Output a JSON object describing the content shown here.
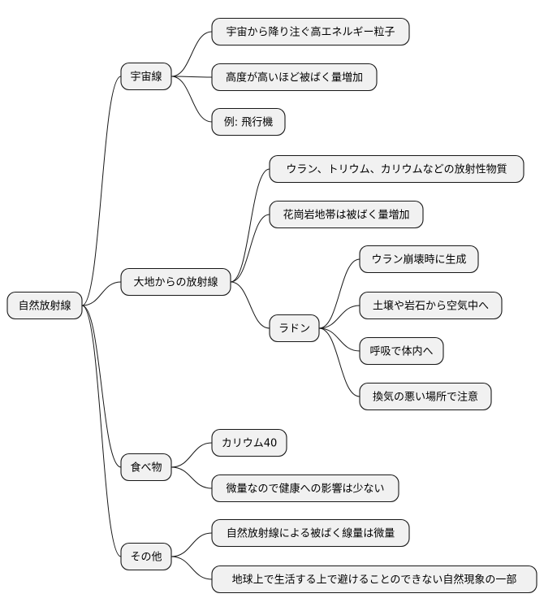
{
  "diagram": {
    "type": "mindmap",
    "root": {
      "id": "root",
      "label": "自然放射線",
      "children": [
        {
          "id": "cosmic",
          "label": "宇宙線",
          "children": [
            {
              "id": "cosmic-1",
              "label": "宇宙から降り注ぐ高エネルギー粒子"
            },
            {
              "id": "cosmic-2",
              "label": "高度が高いほど被ばく量増加"
            },
            {
              "id": "cosmic-3",
              "label": "例: 飛行機"
            }
          ]
        },
        {
          "id": "ground",
          "label": "大地からの放射線",
          "children": [
            {
              "id": "ground-1",
              "label": "ウラン、トリウム、カリウムなどの放射性物質"
            },
            {
              "id": "ground-2",
              "label": "花崗岩地帯は被ばく量増加"
            },
            {
              "id": "radon",
              "label": "ラドン",
              "children": [
                {
                  "id": "radon-1",
                  "label": "ウラン崩壊時に生成"
                },
                {
                  "id": "radon-2",
                  "label": "土壌や岩石から空気中へ"
                },
                {
                  "id": "radon-3",
                  "label": "呼吸で体内へ"
                },
                {
                  "id": "radon-4",
                  "label": "換気の悪い場所で注意"
                }
              ]
            }
          ]
        },
        {
          "id": "food",
          "label": "食べ物",
          "children": [
            {
              "id": "food-1",
              "label": "カリウム40"
            },
            {
              "id": "food-2",
              "label": "微量なので健康への影響は少ない"
            }
          ]
        },
        {
          "id": "other",
          "label": "その他",
          "children": [
            {
              "id": "other-1",
              "label": "自然放射線による被ばく線量は微量"
            },
            {
              "id": "other-2",
              "label": "地球上で生活する上で避けることのできない自然現象の一部"
            }
          ]
        }
      ]
    }
  }
}
